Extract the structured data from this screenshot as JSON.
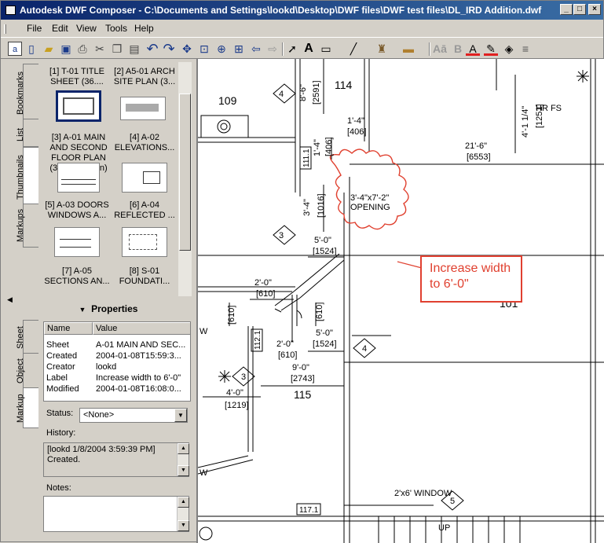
{
  "window": {
    "title": "Autodesk DWF Composer - C:\\Documents and Settings\\lookd\\Desktop\\DWF files\\DWF test files\\DL_IRD Addition.dwf"
  },
  "menu": [
    "File",
    "Edit",
    "View",
    "Tools",
    "Help"
  ],
  "toolbar_icons": [
    "select-icon",
    "new-icon",
    "open-icon",
    "save-icon",
    "print-icon",
    "cut-icon",
    "copy-icon",
    "paste-icon",
    "undo-icon",
    "redo-icon",
    "pan-icon",
    "zoom-rect-icon",
    "zoom-icon",
    "fit-icon",
    "back-icon",
    "forward-icon",
    "pointer-icon",
    "text-icon",
    "shape-icon",
    "line-icon",
    "stamp-icon",
    "measure-icon",
    "font-size-icon",
    "bold-icon",
    "font-color-icon",
    "line-color-icon",
    "fill-icon",
    "line-weight-icon"
  ],
  "nav_tabs": [
    "Bookmarks",
    "List",
    "Thumbnails",
    "Markups"
  ],
  "thumbnails": [
    {
      "label": "[1] T-01 TITLE SHEET (36...."
    },
    {
      "label": "[2] A5-01 ARCH SITE PLAN (3..."
    },
    {
      "label": "[3] A-01 MAIN AND SECOND FLOOR PLAN (36.0 x 24.0 in)"
    },
    {
      "label": "[4] A-02 ELEVATIONS..."
    },
    {
      "label": "[5] A-03 DOORS WINDOWS A..."
    },
    {
      "label": "[6] A-04 REFLECTED ..."
    },
    {
      "label": "[7] A-05 SECTIONS AN..."
    },
    {
      "label": "[8] S-01 FOUNDATI..."
    }
  ],
  "properties": {
    "title": "Properties",
    "tabs": [
      "Sheet",
      "Object",
      "Markup"
    ],
    "columns": [
      "Name",
      "Value"
    ],
    "rows": [
      {
        "name": "Sheet",
        "value": "A-01 MAIN AND SEC..."
      },
      {
        "name": "Created",
        "value": "2004-01-08T15:59:3..."
      },
      {
        "name": "Creator",
        "value": "lookd"
      },
      {
        "name": "Label",
        "value": "Increase width to 6'-0\""
      },
      {
        "name": "Modified",
        "value": "2004-01-08T16:08:0..."
      }
    ],
    "status_label": "Status:",
    "status_value": "<None>",
    "history_label": "History:",
    "history_line1": "[lookd 1/8/2004 3:59:39 PM]",
    "history_line2": "Created.",
    "notes_label": "Notes:"
  },
  "drawing": {
    "rooms": [
      "109",
      "114",
      "101",
      "115"
    ],
    "dims": {
      "d1": "8'-6\"",
      "d1b": "[2591]",
      "d2": "1'-4\"",
      "d2b": "[406]",
      "d3": "1'-4\"",
      "d3b": "[406]",
      "d4": "21'-6\"",
      "d4b": "[6553]",
      "d5": "4'-1 1/4\"",
      "d5b": "[1251]",
      "d6": "3'-4\"",
      "d6b": "[1016]",
      "d7": "5'-0\"",
      "d7b": "[1524]",
      "d8": "2'-0\"",
      "d8b": "[610]",
      "d9": "2'-0\"",
      "d9b": "[610]",
      "d10": "5'-0\"",
      "d10b": "[1524]",
      "d11": "9'-0\"",
      "d11b": "[2743]",
      "d12": "4'-0\"",
      "d12b": "[1219]",
      "d13": "[610]",
      "d14": "[610]"
    },
    "opening_line1": "3'-4\"x7'-2\"",
    "opening_line2": "OPENING",
    "window_label": "2'x6' WINDOW",
    "tags": [
      "4",
      "3",
      "4",
      "3",
      "5"
    ],
    "wall_tags": [
      "111.1",
      "112.1",
      "117.1"
    ],
    "misc": [
      "HR FS",
      "W",
      "W",
      "UP"
    ]
  },
  "callout": {
    "text": "Increase width to 6'-0\"",
    "color": "#e0402f"
  }
}
